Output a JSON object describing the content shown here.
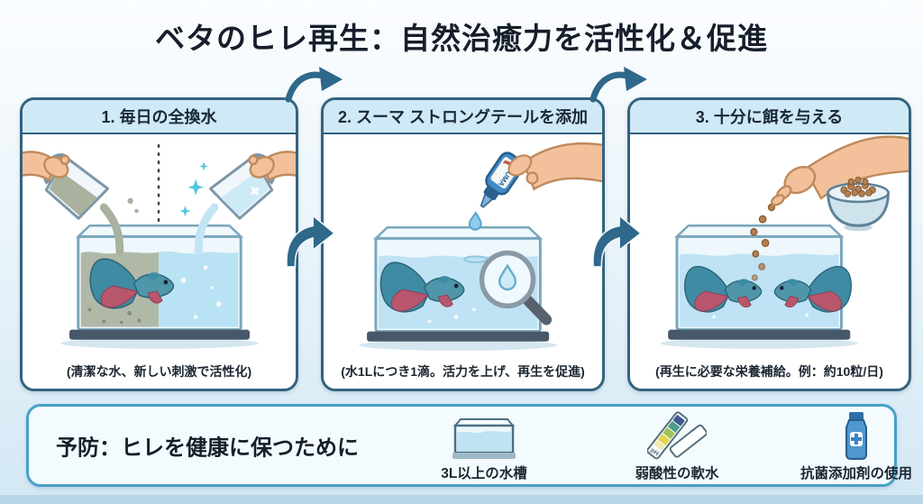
{
  "title": "ベタのヒレ再生：自然治癒力を活性化＆促進",
  "steps": [
    {
      "header": "1. 毎日の全換水",
      "caption": "(清潔な水、新しい刺激で活性化)"
    },
    {
      "header": "2. スーマ ストロングテールを添加",
      "caption": "(水1Lにつき1滴。活力を上げ、再生を促進)"
    },
    {
      "header": "3. 十分に餌を与える",
      "caption": "(再生に必要な栄養補給。例：約10粒/日)"
    }
  ],
  "illustration_labels": {
    "bottle": "SUMA",
    "ph_strip": "pH"
  },
  "prevention": {
    "title": "予防：ヒレを健康に保つために",
    "items": [
      {
        "icon": "aquarium-icon",
        "label": "3L以上の水槽"
      },
      {
        "icon": "ph-strips-icon",
        "label": "弱酸性の軟水"
      },
      {
        "icon": "additive-bottle-icon",
        "label": "抗菌添加剤の使用"
      }
    ]
  },
  "colors": {
    "panel_border": "#35627e",
    "header_fill": "#cfe9f6",
    "arrow": "#2e688a",
    "prevention_border": "#4aa0c6",
    "clean_water": "#bfe3f4",
    "dirty_water": "#a9b19f",
    "fish_body": "#4f96ab",
    "fish_fin_accent": "#b8566e",
    "pellet": "#b5804f",
    "bottle_blue": "#4189c8"
  }
}
